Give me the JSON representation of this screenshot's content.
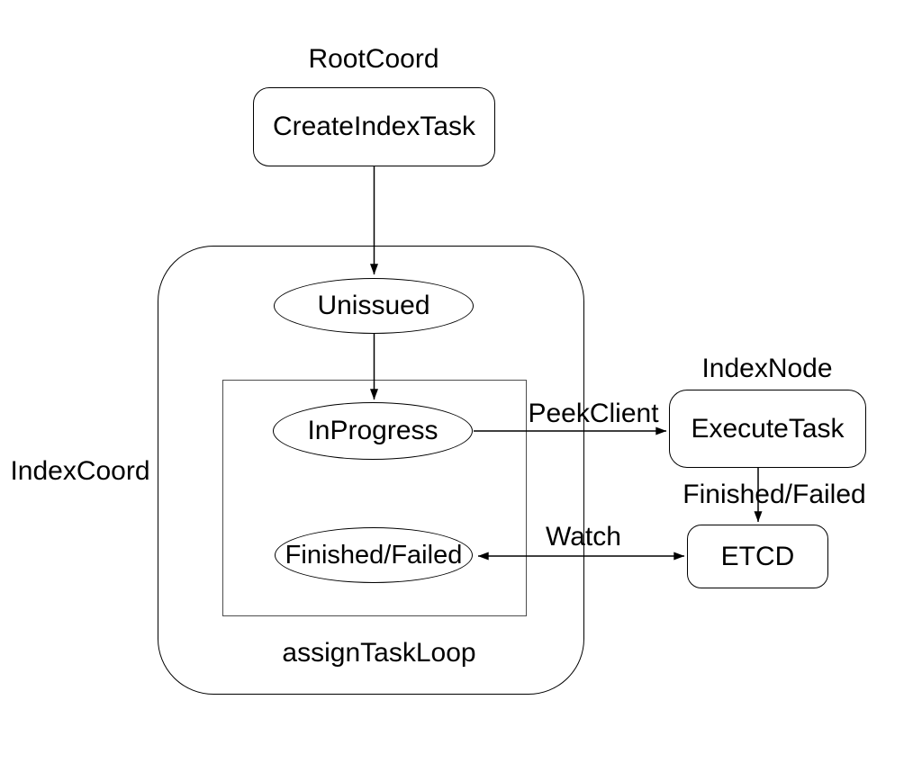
{
  "diagram": {
    "group_labels": {
      "root_coord": "RootCoord",
      "index_node": "IndexNode",
      "index_coord": "IndexCoord",
      "assign_task_loop": "assignTaskLoop"
    },
    "nodes": {
      "create_index_task": "CreateIndexTask",
      "unissued": "Unissued",
      "in_progress": "InProgress",
      "finished_failed": "Finished/Failed",
      "execute_task": "ExecuteTask",
      "etcd": "ETCD"
    },
    "edge_labels": {
      "peek_client": "PeekClient",
      "finished_failed": "Finished/Failed",
      "watch": "Watch"
    },
    "colors": {
      "background": "#ffffff",
      "stroke": "#000000",
      "inner_container_stroke": "#4d4d4d",
      "text": "#000000"
    }
  }
}
